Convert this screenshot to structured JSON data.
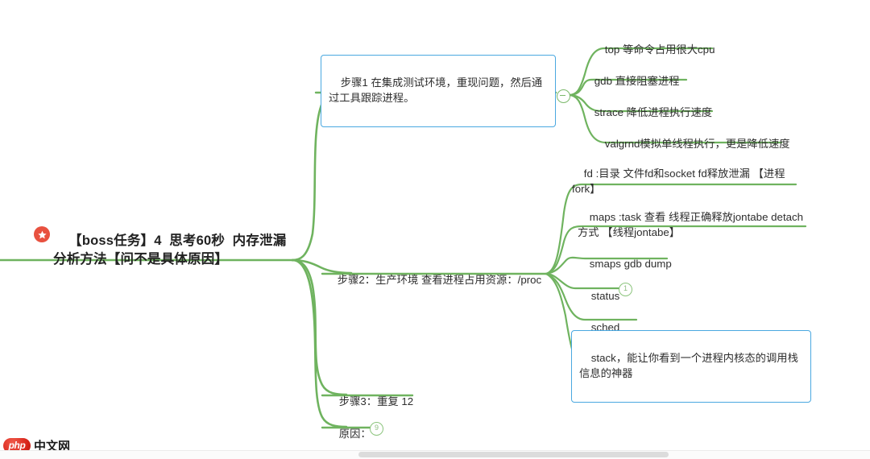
{
  "app": {
    "type": "mindmap",
    "background": "#ffffff",
    "branch_color": "#6fb35f",
    "box_border_color": "#4aa8e0",
    "root_icon_color": "#e8513f"
  },
  "root": {
    "icon": "star-icon",
    "text": "【boss任务】4  思考60秒  内存泄漏分析方法【问不是具体原因】"
  },
  "branches": [
    {
      "id": "step1",
      "label": "步骤1 在集成测试环境，重现问题，然后通过工具跟踪进程。",
      "boxed": true,
      "toggle": "collapse-toggle",
      "children": [
        {
          "id": "top",
          "label": "top 等命令占用很大cpu"
        },
        {
          "id": "gdb",
          "label": "gdb 直接阻塞进程"
        },
        {
          "id": "strace",
          "label": "strace 降低进程执行速度"
        },
        {
          "id": "valgrnd",
          "label": "valgrnd模拟单线程执行，更是降低速度"
        }
      ]
    },
    {
      "id": "step2",
      "label": "步骤2：生产环境 查看进程占用资源：/proc",
      "boxed": false,
      "children": [
        {
          "id": "fd",
          "label": "fd :目录 文件fd和socket fd释放泄漏 【进程fork】"
        },
        {
          "id": "maps",
          "label": "maps :task 查看 线程正确释放jontabe detach方式 【线程jontabe】"
        },
        {
          "id": "smaps",
          "label": "smaps gdb dump"
        },
        {
          "id": "status",
          "label": "status",
          "badge": "1"
        },
        {
          "id": "sched",
          "label": "sched"
        },
        {
          "id": "stack",
          "label": "stack，能让你看到一个进程内核态的调用栈信息的神器",
          "boxed": true
        }
      ]
    },
    {
      "id": "step3",
      "label": "步骤3：重复 12",
      "boxed": false,
      "children": []
    },
    {
      "id": "reason",
      "label": "原因：",
      "boxed": false,
      "badge": "9",
      "children": []
    }
  ],
  "watermark": {
    "logo_text": "php",
    "label": "中文网"
  },
  "scrollbar": {
    "orientation": "horizontal"
  }
}
